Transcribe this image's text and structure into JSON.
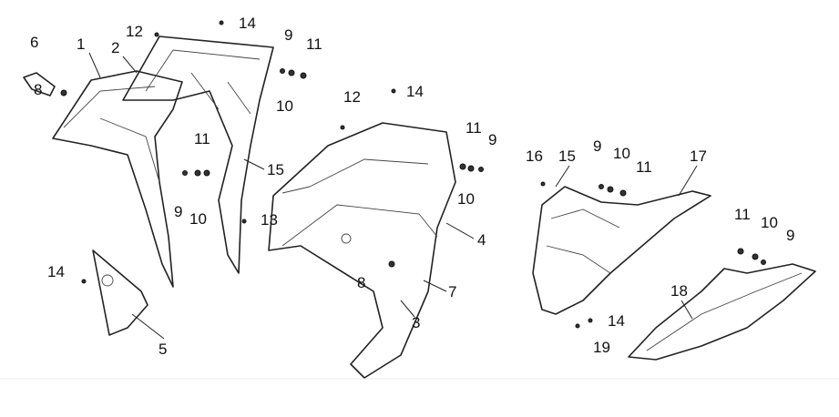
{
  "diagram": {
    "title": "",
    "callouts": [
      "6",
      "1",
      "2",
      "12",
      "14",
      "9",
      "11",
      "8",
      "10",
      "12",
      "14",
      "11",
      "15",
      "9",
      "10",
      "13",
      "11",
      "9",
      "10",
      "4",
      "8",
      "7",
      "3",
      "14",
      "5",
      "16",
      "15",
      "9",
      "10",
      "11",
      "17",
      "11",
      "10",
      "9",
      "18",
      "14",
      "19"
    ]
  }
}
